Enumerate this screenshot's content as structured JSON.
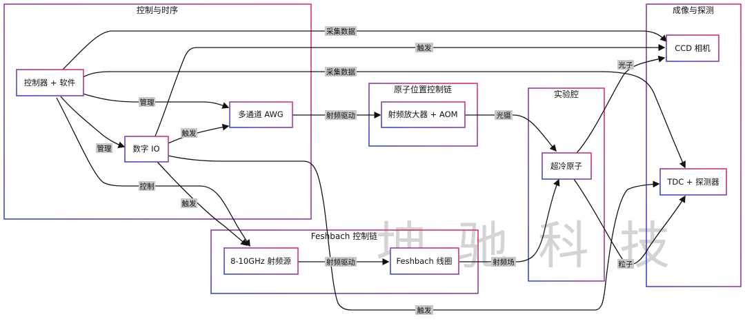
{
  "colors": {
    "border_start": "#2b3fd1",
    "border_end": "#e0245e",
    "edge": "#111111",
    "label_bg": "#c8c8c8"
  },
  "groups": {
    "control": "控制与时序",
    "atom_position": "原子位置控制链",
    "chamber": "实验腔",
    "imaging": "成像与探测",
    "feshbach": "Feshbach 控制链"
  },
  "nodes": {
    "controller": "控制器 + 软件",
    "digital_io": "数字 IO",
    "awg": "多通道 AWG",
    "rf_amp": "射频放大器 + AOM",
    "cold_atoms": "超冷原子",
    "ccd": "CCD 相机",
    "tdc": "TDC + 探测器",
    "rf_source": "8-10GHz 射频源",
    "coil": "Feshbach 线圈"
  },
  "edges": {
    "ctrl_ccd": "采集数据",
    "dio_ccd": "触发",
    "ctrl_tdc": "采集数据",
    "ctrl_awg": "管理",
    "ctrl_dio": "管理",
    "dio_awg": "触发",
    "awg_amp": "射频驱动",
    "amp_atoms": "光镊",
    "atoms_ccd": "光子",
    "ctrl_rf": "控制",
    "dio_rf": "触发",
    "rf_coil": "射频驱动",
    "coil_atoms": "射频场",
    "atoms_tdc": "粒子",
    "dio_tdc": "触发"
  },
  "watermark": "坤 驰 科 技"
}
